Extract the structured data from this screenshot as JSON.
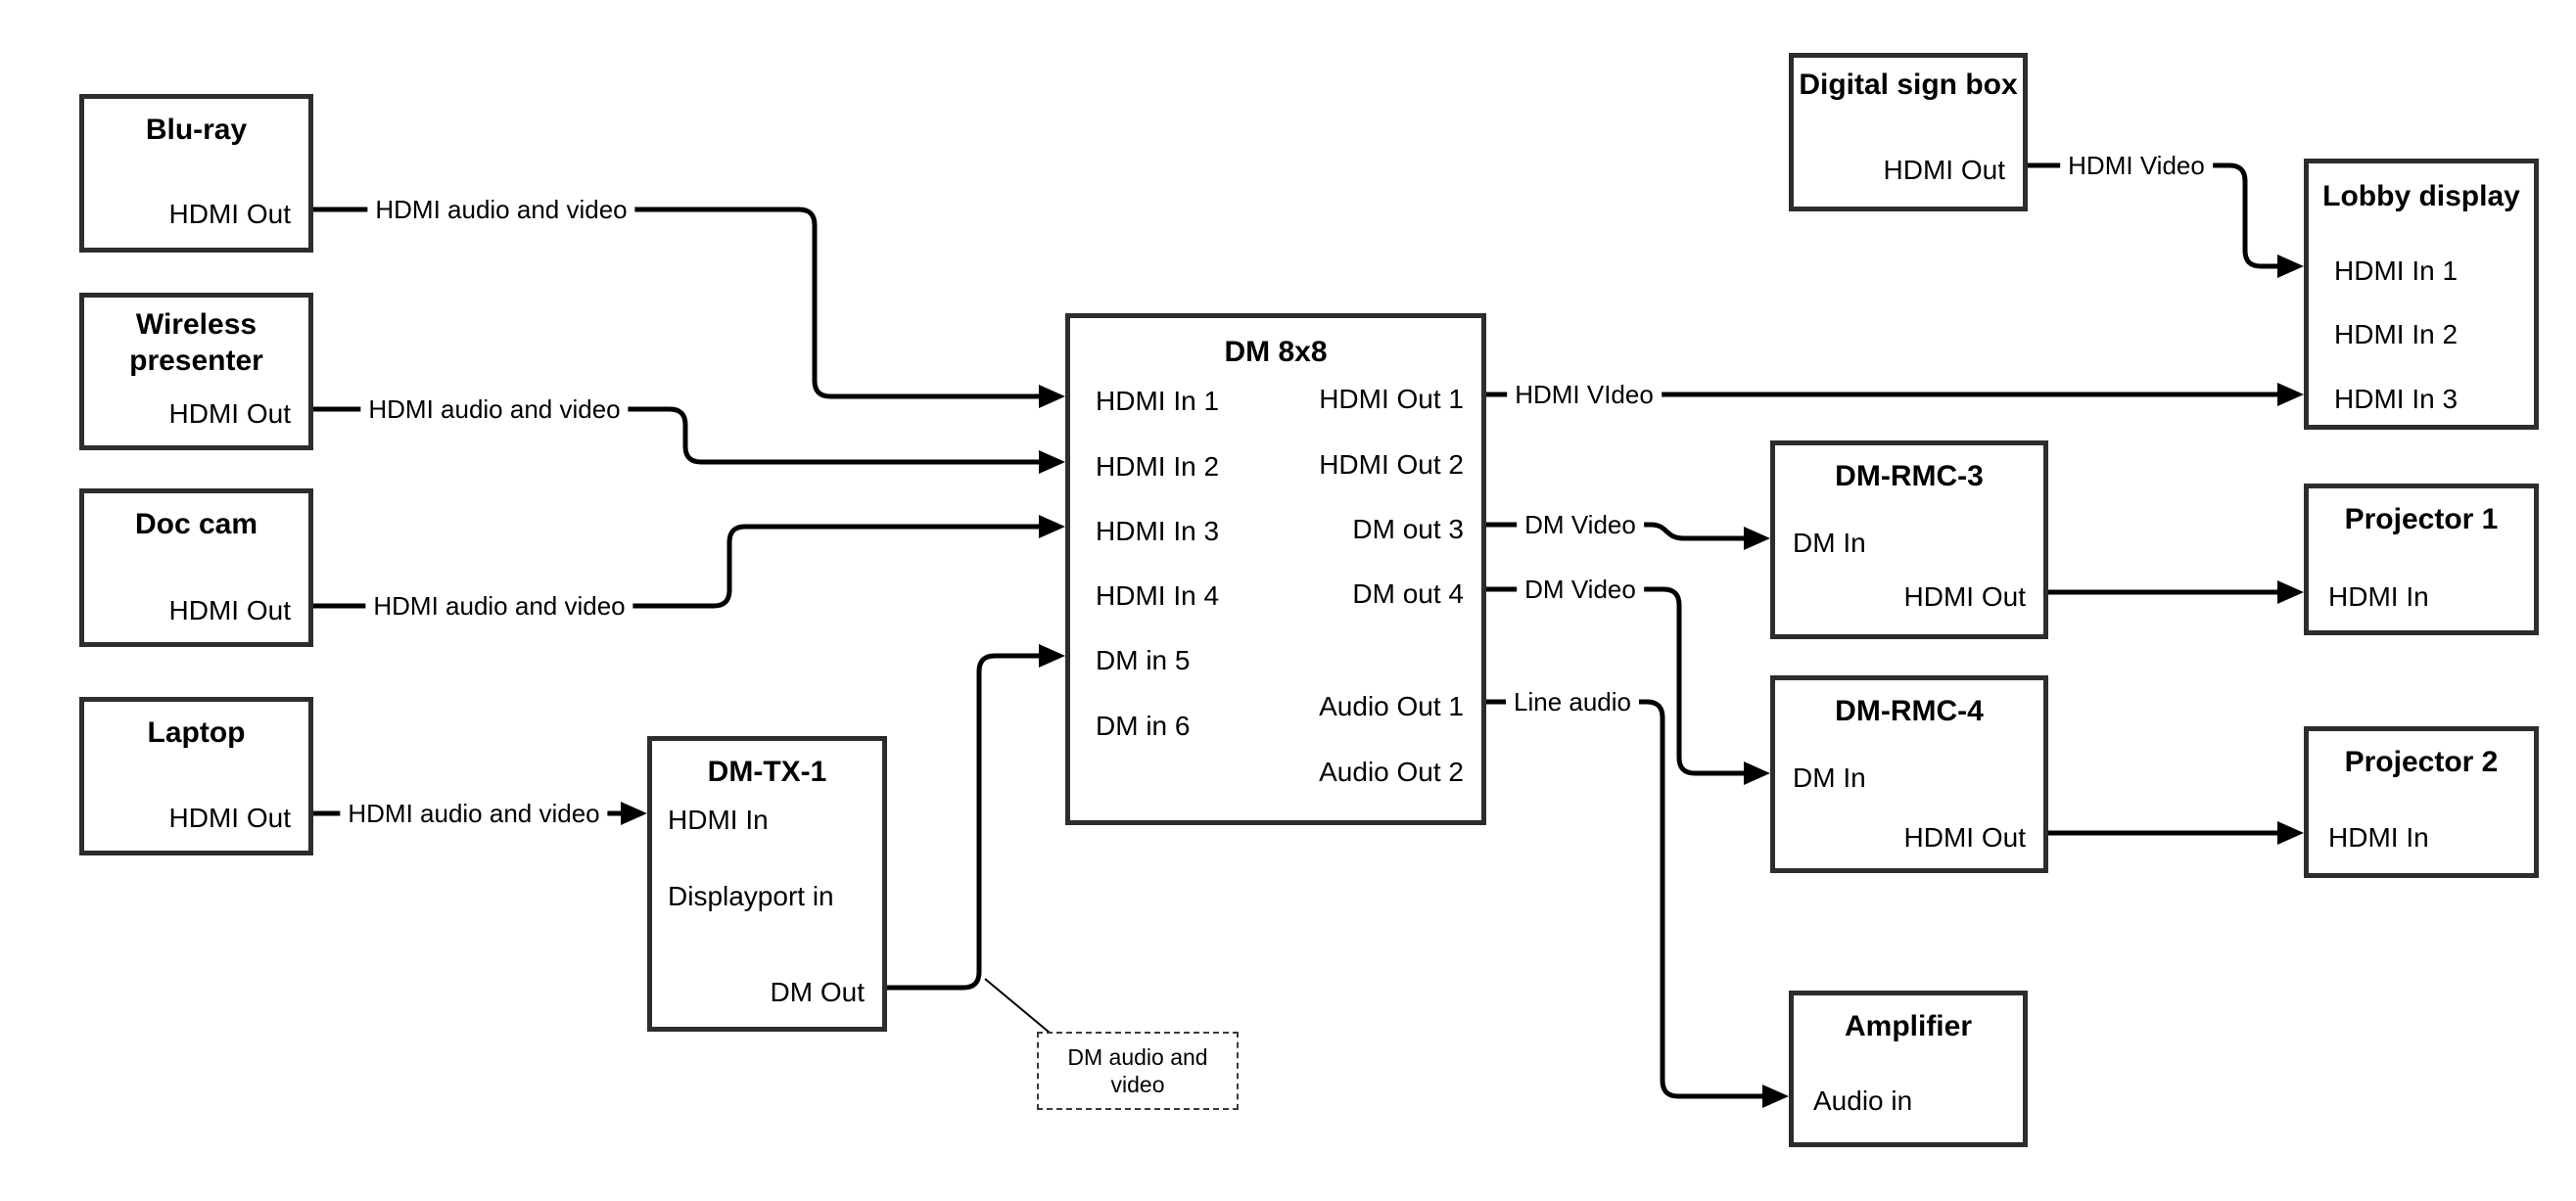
{
  "diagram": {
    "title": "DM matrix AV system diagram",
    "colors": {
      "wire": "#000000",
      "box_border": "#2d2d2d",
      "background": "#ffffff",
      "text": "#000000"
    },
    "nodes": {
      "bluray": {
        "title": "Blu-ray",
        "hdmi_out": "HDMI Out"
      },
      "wireless": {
        "title": "Wireless presenter",
        "hdmi_out": "HDMI Out"
      },
      "doccam": {
        "title": "Doc cam",
        "hdmi_out": "HDMI Out"
      },
      "laptop": {
        "title": "Laptop",
        "hdmi_out": "HDMI Out"
      },
      "dmtx1": {
        "title": "DM-TX-1",
        "hdmi_in": "HDMI In",
        "displayport_in": "Displayport in",
        "dm_out": "DM Out"
      },
      "dm8x8": {
        "title": "DM 8x8",
        "inputs": [
          "HDMI In 1",
          "HDMI In 2",
          "HDMI In 3",
          "HDMI In 4",
          "DM in 5",
          "DM in 6"
        ],
        "outputs": [
          "HDMI Out 1",
          "HDMI Out 2",
          "DM out 3",
          "DM out 4",
          "Audio Out 1",
          "Audio Out 2"
        ]
      },
      "digital_sign": {
        "title": "Digital sign box",
        "hdmi_out": "HDMI Out"
      },
      "lobby": {
        "title": "Lobby display",
        "inputs": [
          "HDMI In 1",
          "HDMI In 2",
          "HDMI In 3"
        ]
      },
      "dmrmc3": {
        "title": "DM-RMC-3",
        "dm_in": "DM In",
        "hdmi_out": "HDMI Out"
      },
      "proj1": {
        "title": "Projector 1",
        "hdmi_in": "HDMI In"
      },
      "dmrmc4": {
        "title": "DM-RMC-4",
        "dm_in": "DM In",
        "hdmi_out": "HDMI Out"
      },
      "proj2": {
        "title": "Projector 2",
        "hdmi_in": "HDMI In"
      },
      "amplifier": {
        "title": "Amplifier",
        "audio_in": "Audio in"
      }
    },
    "wire_labels": {
      "bluray_to_dm": "HDMI audio and video",
      "wireless_to_dm": "HDMI audio and video",
      "doccam_to_dm": "HDMI audio and video",
      "laptop_to_tx": "HDMI audio and video",
      "hdmi_out_1": "HDMI VIdeo",
      "dm_out_3": "DM Video",
      "dm_out_4": "DM Video",
      "audio_out_1": "Line audio",
      "sign_to_lobby": "HDMI Video",
      "note": "DM audio and video"
    }
  }
}
